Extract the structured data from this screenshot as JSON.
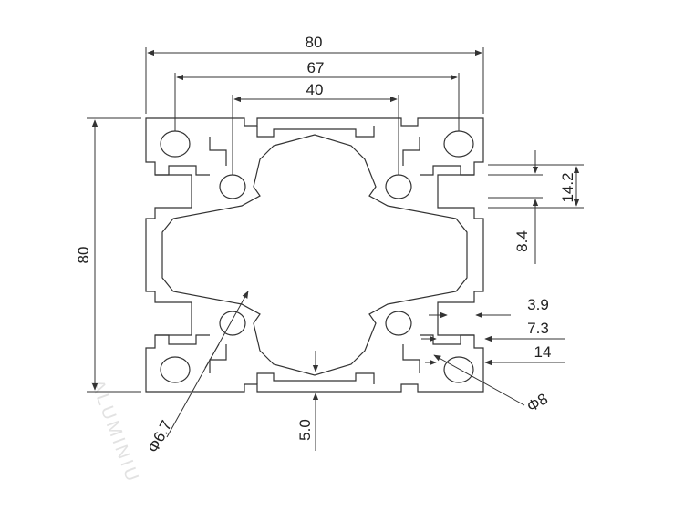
{
  "drawing": {
    "title": "",
    "dimensions": {
      "overall_width": "80",
      "slot_center_width": "67",
      "inner_width": "40",
      "overall_height": "80",
      "slot_depth_a": "14.2",
      "slot_offset": "8.4",
      "wall_thickness": "3.9",
      "lip_width": "7.3",
      "slot_width": "14",
      "corner_hole_dia": "Φ8",
      "inner_hole_dia": "Φ6.7",
      "bottom_gap": "5.0"
    },
    "watermark_text": "ALUMINIU"
  }
}
